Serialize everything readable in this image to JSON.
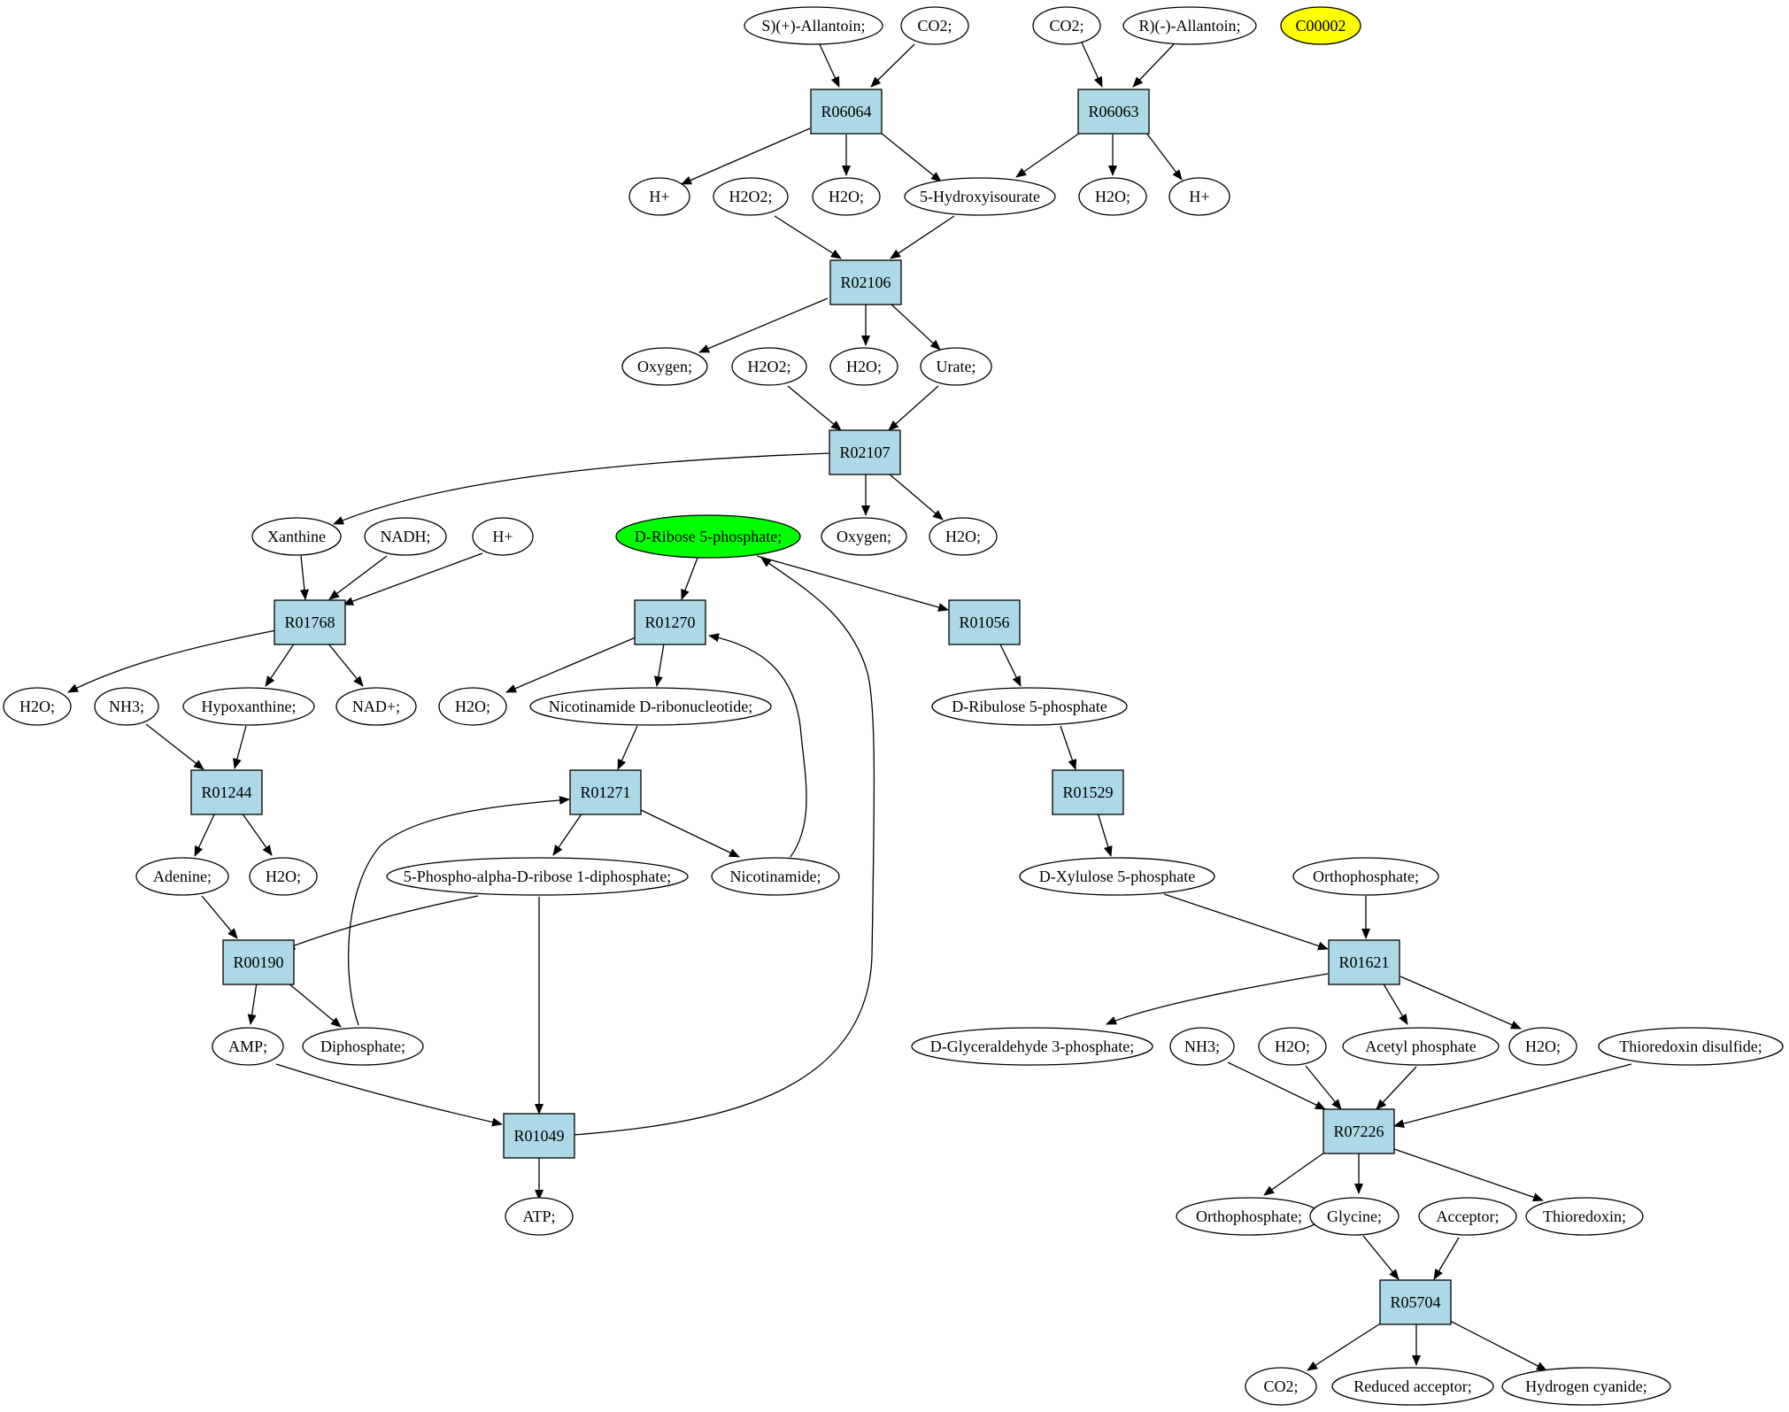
{
  "colors": {
    "reaction_fill": "#add8e6",
    "compound_fill": "#ffffff",
    "source_compound_fill": "#00ff00",
    "isolated_compound_fill": "#ffff00",
    "stroke": "#000000"
  },
  "nodes": {
    "c_s_allantoin": "S)(+)-Allantoin;",
    "c_co2_a": "CO2;",
    "c_co2_b": "CO2;",
    "c_r_allantoin": "R)(-)-Allantoin;",
    "c_c00002": "C00002",
    "r06064": "R06064",
    "r06063": "R06063",
    "c_hplus_a": "H+",
    "c_h2o2_a": "H2O2;",
    "c_h2o_a": "H2O;",
    "c_hydroxyisourate": "5-Hydroxyisourate",
    "c_h2o_b": "H2O;",
    "c_hplus_b": "H+",
    "r02106": "R02106",
    "c_oxygen_a": "Oxygen;",
    "c_h2o2_b": "H2O2;",
    "c_h2o_c": "H2O;",
    "c_urate": "Urate;",
    "r02107": "R02107",
    "c_xanthine": "Xanthine",
    "c_nadh": "NADH;",
    "c_hplus_c": "H+",
    "c_ribose5p": "D-Ribose 5-phosphate;",
    "c_oxygen_b": "Oxygen;",
    "c_h2o_d": "H2O;",
    "r01768": "R01768",
    "r01270": "R01270",
    "r01056": "R01056",
    "c_h2o_e": "H2O;",
    "c_nh3_a": "NH3;",
    "c_hypoxanthine": "Hypoxanthine;",
    "c_nadplus": "NAD+;",
    "c_h2o_f": "H2O;",
    "c_nmn": "Nicotinamide D-ribonucleotide;",
    "c_ribulose5p": "D-Ribulose 5-phosphate",
    "r01244": "R01244",
    "r01271": "R01271",
    "r01529": "R01529",
    "c_adenine": "Adenine;",
    "c_h2o_g": "H2O;",
    "c_prpp": "5-Phospho-alpha-D-ribose 1-diphosphate;",
    "c_nicotinamide": "Nicotinamide;",
    "c_xylulose5p": "D-Xylulose 5-phosphate",
    "c_orthophosphate_a": "Orthophosphate;",
    "r00190": "R00190",
    "r01621": "R01621",
    "c_amp": "AMP;",
    "c_diphosphate": "Diphosphate;",
    "c_g3p": "D-Glyceraldehyde 3-phosphate;",
    "c_nh3_b": "NH3;",
    "c_h2o_h": "H2O;",
    "c_acetylphosphate": "Acetyl phosphate",
    "c_h2o_i": "H2O;",
    "c_thioredoxin_disulfide": "Thioredoxin disulfide;",
    "r01049": "R01049",
    "r07226": "R07226",
    "c_atp": "ATP;",
    "c_orthophosphate_b": "Orthophosphate;",
    "c_glycine": "Glycine;",
    "c_acceptor": "Acceptor;",
    "c_thioredoxin": "Thioredoxin;",
    "r05704": "R05704",
    "c_co2_c": "CO2;",
    "c_reduced_acceptor": "Reduced acceptor;",
    "c_hydrogen_cyanide": "Hydrogen cyanide;"
  }
}
